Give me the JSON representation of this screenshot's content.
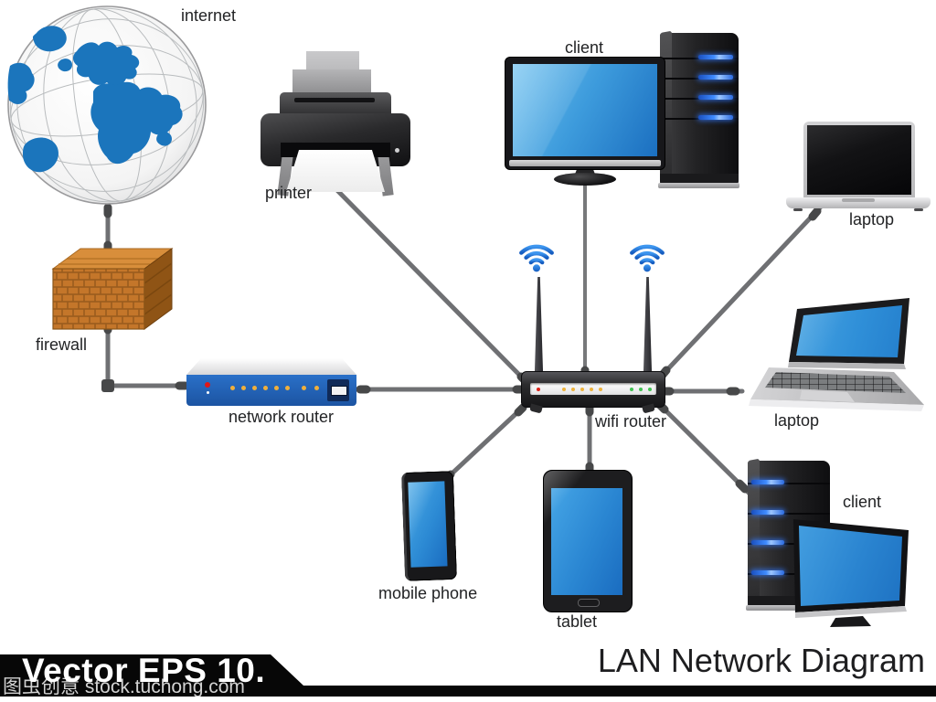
{
  "title": "LAN Network Diagram",
  "banner": "Vector EPS 10.",
  "watermark": "图虫创意 stock.tuchong.com",
  "nodes": {
    "internet": {
      "label": "internet",
      "type": "globe"
    },
    "firewall": {
      "label": "firewall",
      "type": "brick-wall"
    },
    "printer": {
      "label": "printer",
      "type": "printer"
    },
    "client_top": {
      "label": "client",
      "type": "desktop-with-server"
    },
    "laptop_top": {
      "label": "laptop",
      "type": "laptop-front"
    },
    "network_router": {
      "label": "network router",
      "type": "wired-router"
    },
    "wifi_router": {
      "label": "wifi router",
      "type": "wireless-router"
    },
    "laptop_mid": {
      "label": "laptop",
      "type": "laptop-open-3d"
    },
    "client_bottom": {
      "label": "client",
      "type": "desktop-with-server"
    },
    "tablet": {
      "label": "tablet",
      "type": "tablet"
    },
    "mobile_phone": {
      "label": "mobile phone",
      "type": "smartphone"
    }
  },
  "connections": [
    {
      "from": "internet",
      "to": "firewall"
    },
    {
      "from": "firewall",
      "to": "network_router"
    },
    {
      "from": "network_router",
      "to": "wifi_router"
    },
    {
      "from": "printer",
      "to": "wifi_router"
    },
    {
      "from": "client_top",
      "to": "wifi_router"
    },
    {
      "from": "laptop_top",
      "to": "wifi_router"
    },
    {
      "from": "laptop_mid",
      "to": "wifi_router"
    },
    {
      "from": "client_bottom",
      "to": "wifi_router"
    },
    {
      "from": "tablet",
      "to": "wifi_router"
    },
    {
      "from": "mobile_phone",
      "to": "wifi_router"
    }
  ],
  "colors": {
    "screen_blue": "#2f93dd",
    "continent_blue": "#1b75bc",
    "brick_orange": "#c4762a",
    "router_panel_blue": "#2161ae",
    "wifi_icon_blue": "#2b7de0",
    "cable_gray": "#6f7073",
    "led_red": "#dd2218",
    "led_amber": "#eeb33c",
    "led_green": "#41c252"
  }
}
